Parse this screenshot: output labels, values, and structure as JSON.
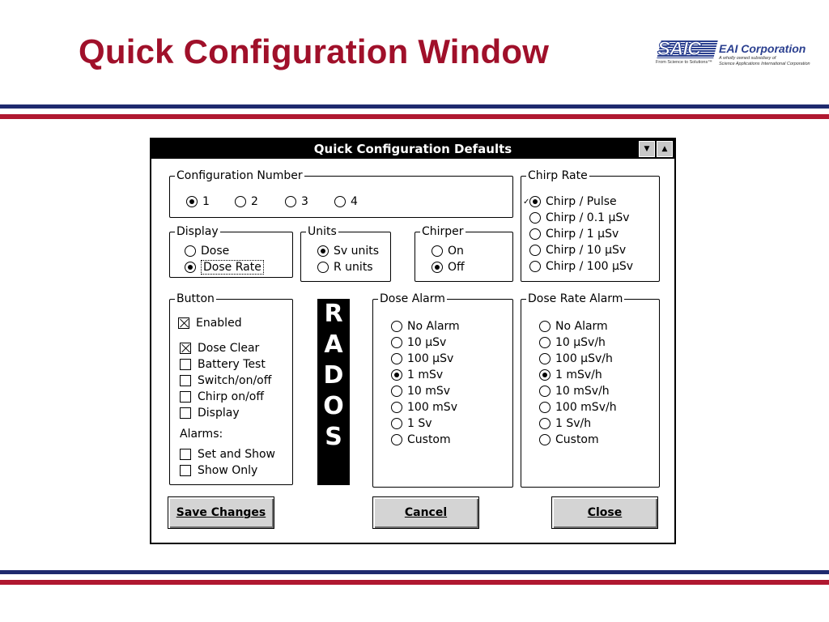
{
  "slide": {
    "title": "Quick Configuration Window",
    "colors": {
      "title": "#a0102a",
      "rule_blue": "#1f2a6e",
      "rule_red": "#b01830"
    }
  },
  "logo": {
    "mark": "SAIC",
    "tagline": "From Science to Solutions™",
    "company": "EAI Corporation",
    "subtitle_line1": "A wholly owned subsidiary of",
    "subtitle_line2": "Science Applications International Corporation"
  },
  "dialog": {
    "title": "Quick Configuration Defaults",
    "titlebar_buttons": {
      "minimize": "▼",
      "maximize": "▲"
    },
    "configuration_number": {
      "label": "Configuration Number",
      "options": [
        "1",
        "2",
        "3",
        "4"
      ],
      "selected": "1"
    },
    "display": {
      "label": "Display",
      "options": [
        "Dose",
        "Dose Rate"
      ],
      "selected": "Dose Rate"
    },
    "units": {
      "label": "Units",
      "options": [
        "Sv units",
        "R units"
      ],
      "selected": "Sv units"
    },
    "chirper": {
      "label": "Chirper",
      "options": [
        "On",
        "Off"
      ],
      "selected": "Off"
    },
    "chirp_rate": {
      "label": "Chirp Rate",
      "options": [
        "Chirp / Pulse",
        "Chirp / 0.1 µSv",
        "Chirp / 1 µSv",
        "Chirp / 10 µSv",
        "Chirp / 100 µSv"
      ],
      "selected": "Chirp / Pulse"
    },
    "button_group": {
      "label": "Button",
      "enabled": {
        "label": "Enabled",
        "checked": true
      },
      "items": [
        {
          "label": "Dose Clear",
          "checked": true
        },
        {
          "label": "Battery Test",
          "checked": false
        },
        {
          "label": "Switch/on/off",
          "checked": false
        },
        {
          "label": "Chirp on/off",
          "checked": false
        },
        {
          "label": "Display",
          "checked": false
        }
      ],
      "alarms_label": "Alarms:",
      "alarm_items": [
        {
          "label": "Set and Show",
          "checked": false
        },
        {
          "label": "Show Only",
          "checked": false
        }
      ]
    },
    "rados": [
      "R",
      "A",
      "D",
      "O",
      "S"
    ],
    "dose_alarm": {
      "label": "Dose Alarm",
      "options": [
        "No Alarm",
        "10 µSv",
        "100 µSv",
        "1 mSv",
        "10 mSv",
        "100 mSv",
        "1 Sv",
        "Custom"
      ],
      "selected": "1 mSv"
    },
    "dose_rate_alarm": {
      "label": "Dose Rate Alarm",
      "options": [
        "No Alarm",
        "10 µSv/h",
        "100 µSv/h",
        "1 mSv/h",
        "10 mSv/h",
        "100 mSv/h",
        "1 Sv/h",
        "Custom"
      ],
      "selected": "1 mSv/h"
    },
    "buttons": {
      "save": "Save Changes",
      "cancel": "Cancel",
      "close": "Close"
    }
  }
}
